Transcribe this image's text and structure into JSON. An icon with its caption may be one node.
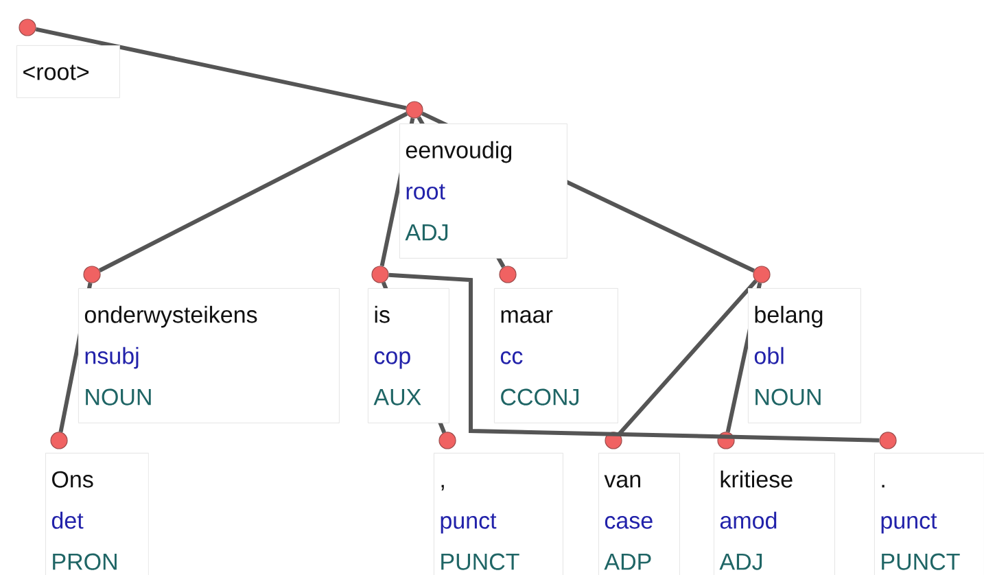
{
  "diagram": {
    "nodes": [
      {
        "text": [
          "<root>"
        ]
      },
      {
        "text": [
          "eenvoudig",
          "root",
          "ADJ"
        ]
      },
      {
        "text": [
          "onderwysteikens",
          "nsubj",
          "NOUN"
        ]
      },
      {
        "text": [
          "is",
          "cop",
          "AUX"
        ]
      },
      {
        "text": [
          "maar",
          "cc",
          "CCONJ"
        ]
      },
      {
        "text": [
          "belang",
          "obl",
          "NOUN"
        ]
      },
      {
        "text": [
          "Ons",
          "det",
          "PRON"
        ]
      },
      {
        "text": [
          ",",
          "punct",
          "PUNCT"
        ]
      },
      {
        "text": [
          "van",
          "case",
          "ADP"
        ]
      },
      {
        "text": [
          "kritiese",
          "amod",
          "ADJ"
        ]
      },
      {
        "text": [
          ".",
          "punct",
          "PUNCT"
        ]
      }
    ],
    "edges": [
      {
        "from": 0,
        "to": 1,
        "arrow": "none"
      },
      {
        "from": 1,
        "to": 2,
        "arrow": "none"
      },
      {
        "from": 1,
        "to": 3,
        "arrow": "none"
      },
      {
        "from": 1,
        "to": 4,
        "arrow": "none"
      },
      {
        "from": 1,
        "to": 5,
        "arrow": "none"
      },
      {
        "from": 2,
        "to": 6,
        "arrow": "none"
      },
      {
        "from": 3,
        "to": 7,
        "arrow": "none"
      },
      {
        "from": 3,
        "to": 10,
        "arrow": "none"
      },
      {
        "from": 5,
        "to": 8,
        "arrow": "none"
      },
      {
        "from": 5,
        "to": 9,
        "arrow": "none"
      }
    ]
  }
}
